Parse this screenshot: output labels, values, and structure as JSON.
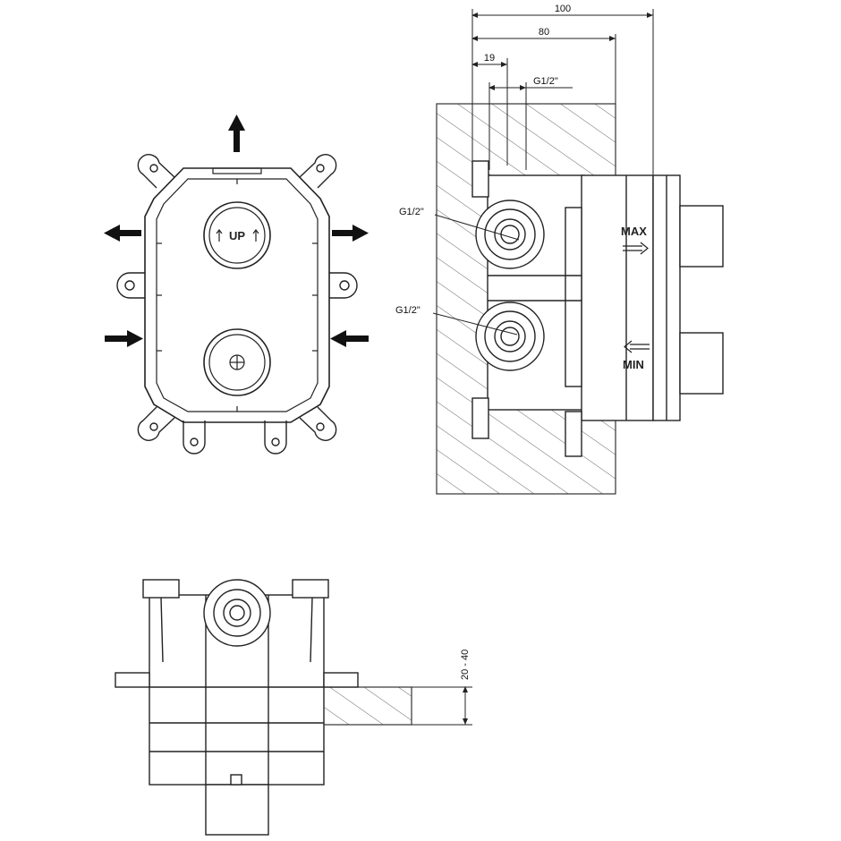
{
  "front_view": {
    "up_label": "UP"
  },
  "side_view": {
    "dimensions": {
      "d100": "100",
      "d80": "80",
      "d19": "19",
      "thread_top": "G1/2\""
    },
    "thread_labels": [
      "G1/2\"",
      "G1/2\""
    ],
    "max_label": "MAX",
    "min_label": "MIN"
  },
  "top_view": {
    "depth_range": "20 - 40"
  },
  "colors": {
    "line": "#222222",
    "hatch": "#555555"
  }
}
